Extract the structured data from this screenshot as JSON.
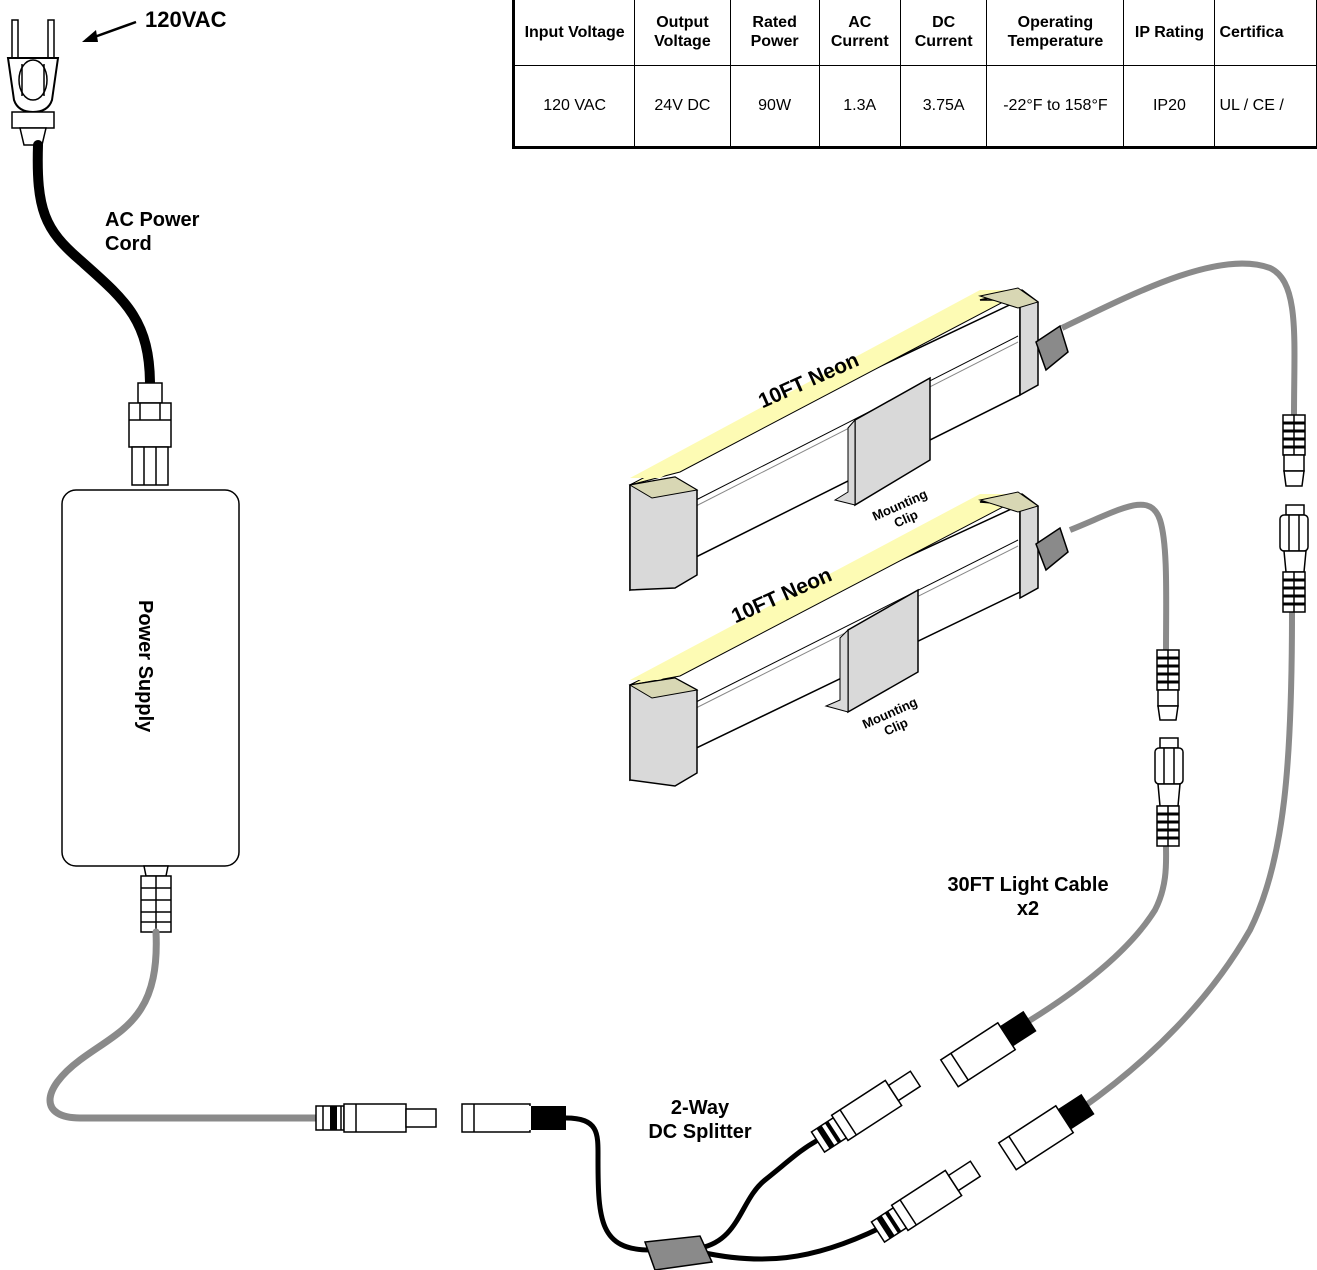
{
  "labels": {
    "voltage": "120VAC",
    "ac_cord": "AC Power\nCord",
    "power_supply": "Power Supply",
    "neon_1": "10FT Neon",
    "neon_2": "10FT Neon",
    "clip_1": "Mounting\nClip",
    "clip_2": "Mounting\nClip",
    "light_cable": "30FT Light Cable\nx2",
    "splitter": "2-Way\nDC Splitter"
  },
  "spec_table": {
    "headers": [
      "Input Voltage",
      "Output\nVoltage",
      "Rated\nPower",
      "AC\nCurrent",
      "DC\nCurrent",
      "Operating\nTemperature",
      "IP Rating",
      "Certifica"
    ],
    "values": [
      "120 VAC",
      "24V DC",
      "90W",
      "1.3A",
      "3.75A",
      "-22°F to 158°F",
      "IP20",
      "UL / CE /"
    ]
  },
  "colors": {
    "cable_gray": "#8a8a8a",
    "cord_black": "#000000",
    "neon_yellow": "#fdfbb4",
    "housing_gray": "#d9d9d9"
  }
}
